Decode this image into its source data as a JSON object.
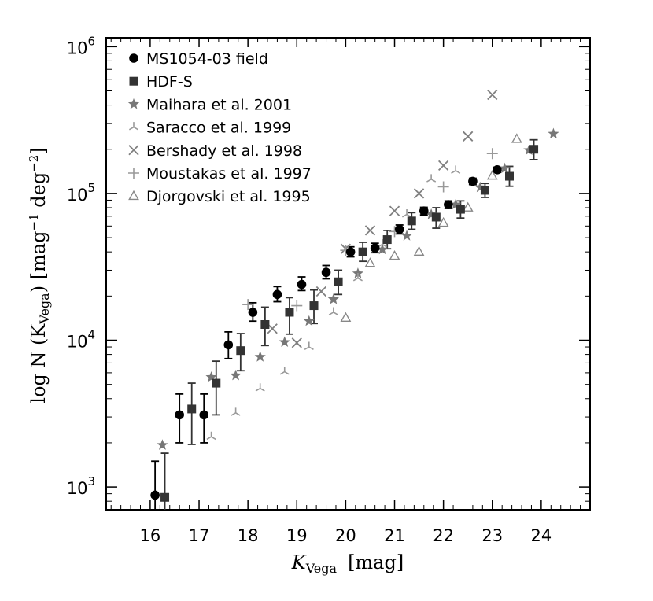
{
  "chart_data": {
    "type": "scatter",
    "xlabel_main": "K",
    "xlabel_sub": "Vega",
    "xlabel_unit": "[mag]",
    "ylabel_prefix": "log N (K",
    "ylabel_sub": "Vega",
    "ylabel_mid": ")  [mag",
    "ylabel_exp1": "−1",
    "ylabel_deg": " deg",
    "ylabel_exp2": "−2",
    "ylabel_end": "]",
    "xlim": [
      15.1,
      25.0
    ],
    "ylim": [
      700,
      1150000
    ],
    "yscale": "log",
    "x_ticks": [
      16,
      17,
      18,
      19,
      20,
      21,
      22,
      23,
      24
    ],
    "y_major_ticks": [
      {
        "value": 1000,
        "base": "10",
        "exp": "3"
      },
      {
        "value": 10000,
        "base": "10",
        "exp": "4"
      },
      {
        "value": 100000,
        "base": "10",
        "exp": "5"
      },
      {
        "value": 1000000,
        "base": "10",
        "exp": "6"
      }
    ],
    "legend_position": "top-left",
    "series": [
      {
        "name": "MS1054-03 field",
        "marker": "circle",
        "color": "#000000",
        "points": [
          {
            "x": 16.1,
            "y": 880,
            "lo": 0,
            "hi": 1500
          },
          {
            "x": 16.6,
            "y": 3100,
            "lo": 2000,
            "hi": 4300
          },
          {
            "x": 17.1,
            "y": 3100,
            "lo": 2000,
            "hi": 4300
          },
          {
            "x": 17.6,
            "y": 9300,
            "lo": 7500,
            "hi": 11400
          },
          {
            "x": 18.1,
            "y": 15500,
            "lo": 13500,
            "hi": 18000
          },
          {
            "x": 18.6,
            "y": 20500,
            "lo": 18300,
            "hi": 23200
          },
          {
            "x": 19.1,
            "y": 24000,
            "lo": 21800,
            "hi": 27000
          },
          {
            "x": 19.6,
            "y": 29000,
            "lo": 26200,
            "hi": 32300
          },
          {
            "x": 20.1,
            "y": 40000,
            "lo": 37000,
            "hi": 43300
          },
          {
            "x": 20.6,
            "y": 42500,
            "lo": 39500,
            "hi": 45800
          },
          {
            "x": 21.1,
            "y": 57000,
            "lo": 53000,
            "hi": 61000
          },
          {
            "x": 21.6,
            "y": 76000,
            "lo": 71500,
            "hi": 80500
          },
          {
            "x": 22.1,
            "y": 84000,
            "lo": 79000,
            "hi": 89000
          },
          {
            "x": 22.6,
            "y": 121000,
            "lo": 115000,
            "hi": 127000
          },
          {
            "x": 23.1,
            "y": 145000,
            "lo": 139000,
            "hi": 151000
          }
        ]
      },
      {
        "name": "HDF-S",
        "marker": "square",
        "color": "#333333",
        "points": [
          {
            "x": 16.3,
            "y": 850,
            "lo": 0,
            "hi": 1700
          },
          {
            "x": 16.85,
            "y": 3400,
            "lo": 1950,
            "hi": 5100
          },
          {
            "x": 17.35,
            "y": 5100,
            "lo": 3100,
            "hi": 7200
          },
          {
            "x": 17.85,
            "y": 8500,
            "lo": 6200,
            "hi": 11100
          },
          {
            "x": 18.35,
            "y": 12800,
            "lo": 9200,
            "hi": 16800
          },
          {
            "x": 18.85,
            "y": 15500,
            "lo": 11000,
            "hi": 19500
          },
          {
            "x": 19.35,
            "y": 17200,
            "lo": 13000,
            "hi": 22000
          },
          {
            "x": 19.85,
            "y": 25000,
            "lo": 20500,
            "hi": 30000
          },
          {
            "x": 20.35,
            "y": 40000,
            "lo": 34500,
            "hi": 46500
          },
          {
            "x": 20.85,
            "y": 48500,
            "lo": 42000,
            "hi": 56000
          },
          {
            "x": 21.35,
            "y": 65000,
            "lo": 57000,
            "hi": 74000
          },
          {
            "x": 21.85,
            "y": 69000,
            "lo": 58000,
            "hi": 80000
          },
          {
            "x": 22.35,
            "y": 78000,
            "lo": 68000,
            "hi": 89000
          },
          {
            "x": 22.85,
            "y": 105000,
            "lo": 94000,
            "hi": 117000
          },
          {
            "x": 23.35,
            "y": 131000,
            "lo": 112000,
            "hi": 153000
          },
          {
            "x": 23.85,
            "y": 200000,
            "lo": 170000,
            "hi": 232000
          }
        ]
      },
      {
        "name": "Maihara et al. 2001",
        "marker": "star",
        "color": "#777777",
        "points": [
          {
            "x": 16.25,
            "y": 1930
          },
          {
            "x": 17.25,
            "y": 5600
          },
          {
            "x": 17.75,
            "y": 5750
          },
          {
            "x": 18.25,
            "y": 7700
          },
          {
            "x": 18.75,
            "y": 9700
          },
          {
            "x": 19.25,
            "y": 13500
          },
          {
            "x": 19.75,
            "y": 19000
          },
          {
            "x": 20.25,
            "y": 28500
          },
          {
            "x": 20.75,
            "y": 41500
          },
          {
            "x": 21.25,
            "y": 51500
          },
          {
            "x": 21.75,
            "y": 72000
          },
          {
            "x": 22.25,
            "y": 84000
          },
          {
            "x": 22.75,
            "y": 110000
          },
          {
            "x": 23.25,
            "y": 148000
          },
          {
            "x": 23.75,
            "y": 197000
          },
          {
            "x": 24.25,
            "y": 255000
          }
        ]
      },
      {
        "name": "Saracco et al. 1999",
        "marker": "tri",
        "color": "#999999",
        "points": [
          {
            "x": 17.25,
            "y": 2200
          },
          {
            "x": 17.75,
            "y": 3200
          },
          {
            "x": 18.25,
            "y": 4700
          },
          {
            "x": 18.75,
            "y": 6100
          },
          {
            "x": 19.25,
            "y": 9000
          },
          {
            "x": 19.75,
            "y": 15500
          },
          {
            "x": 20.25,
            "y": 26500
          },
          {
            "x": 20.75,
            "y": 45000
          },
          {
            "x": 21.25,
            "y": 72000
          },
          {
            "x": 21.75,
            "y": 125000
          },
          {
            "x": 22.25,
            "y": 143000
          }
        ]
      },
      {
        "name": "Bershady et al. 1998",
        "marker": "x",
        "color": "#808080",
        "points": [
          {
            "x": 18.5,
            "y": 12000
          },
          {
            "x": 19.0,
            "y": 9600
          },
          {
            "x": 19.5,
            "y": 21500
          },
          {
            "x": 20.0,
            "y": 42000
          },
          {
            "x": 20.5,
            "y": 56000
          },
          {
            "x": 21.0,
            "y": 76000
          },
          {
            "x": 21.5,
            "y": 100000
          },
          {
            "x": 22.0,
            "y": 155000
          },
          {
            "x": 22.5,
            "y": 245000
          },
          {
            "x": 23.0,
            "y": 470000
          }
        ]
      },
      {
        "name": "Moustakas et al. 1997",
        "marker": "plus",
        "color": "#999999",
        "points": [
          {
            "x": 18.0,
            "y": 17500
          },
          {
            "x": 19.0,
            "y": 17200
          },
          {
            "x": 20.0,
            "y": 41000
          },
          {
            "x": 21.0,
            "y": 55000
          },
          {
            "x": 22.0,
            "y": 111000
          },
          {
            "x": 23.0,
            "y": 187000
          }
        ]
      },
      {
        "name": "Djorgovski et al. 1995",
        "marker": "triangle",
        "color": "#888888",
        "points": [
          {
            "x": 20.0,
            "y": 14200
          },
          {
            "x": 20.5,
            "y": 33500
          },
          {
            "x": 21.0,
            "y": 37500
          },
          {
            "x": 21.5,
            "y": 40000
          },
          {
            "x": 22.0,
            "y": 63000
          },
          {
            "x": 22.5,
            "y": 80000
          },
          {
            "x": 23.0,
            "y": 132000
          },
          {
            "x": 23.5,
            "y": 235000
          }
        ]
      }
    ]
  }
}
